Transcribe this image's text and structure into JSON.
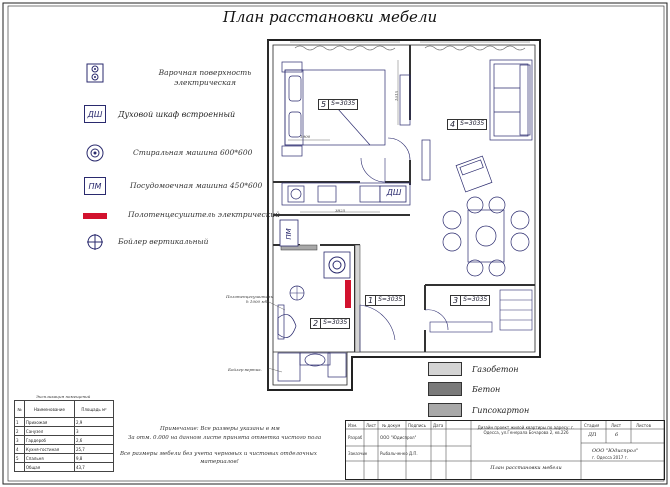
{
  "title": "План расстановки мебели",
  "legend": [
    {
      "icon": "hob-icon",
      "label": "Варочная поверхность\nэлектрическая"
    },
    {
      "icon": "oven-icon",
      "label": "Духовой шкаф встроенный",
      "code": "ДШ"
    },
    {
      "icon": "washing-machine-icon",
      "label": "Стиральная машина 600*600"
    },
    {
      "icon": "dishwasher-icon",
      "label": "Посудомоечная машина 450*600",
      "code": "ПМ"
    },
    {
      "icon": "towel-warmer-icon",
      "label": "Полотенцесушитель электрический"
    },
    {
      "icon": "boiler-icon",
      "label": "Бойлер вертикальный"
    }
  ],
  "materials": [
    {
      "label": "Газобетон",
      "color": "#d4d4d4"
    },
    {
      "label": "Бетон",
      "color": "#7a7a7a"
    },
    {
      "label": "Гипсокартон",
      "color": "#a8a8a8"
    }
  ],
  "rooms": [
    {
      "num": "5",
      "area": "S=3035"
    },
    {
      "num": "4",
      "area": "S=3035"
    },
    {
      "num": "3",
      "area": "S=3035"
    },
    {
      "num": "2",
      "area": "S=3035"
    },
    {
      "num": "1",
      "area": "S=3035"
    }
  ],
  "plan_labels": {
    "oven_code": "ДШ",
    "dishwasher_code": "ПМ",
    "towel_note": "Полотенцесушитель\nh 1000 мм",
    "boiler_note": "Бойлер вертик.",
    "dim_1900": "1900",
    "dim_1015": "1015",
    "dim_3825": "3825"
  },
  "explication": {
    "caption": "Экспликация помещений",
    "headers": [
      "№",
      "Наименование",
      "Площадь м²"
    ],
    "rows": [
      [
        "1",
        "Прихожая",
        "2,9"
      ],
      [
        "2",
        "Санузел",
        "3"
      ],
      [
        "3",
        "Гардероб",
        "2,6"
      ],
      [
        "4",
        "Кухня-гостиная",
        "25,7"
      ],
      [
        "5",
        "Спальня",
        "9,8"
      ]
    ],
    "total_label": "Общая",
    "total_value": "43,7"
  },
  "notes": {
    "line1": "Примечание: Все размеры указаны в мм",
    "line2": "За отм. 0.000 на данном листе принята отметка чистого пола",
    "line3": "Все размеры мебели без учета черновых и чистовых отделочных",
    "line4": "материалов!"
  },
  "stamp": {
    "h_izm": "Изм.",
    "h_list": "Лист",
    "h_doc": "№ докум",
    "h_sign": "Подпись",
    "h_date": "Дата",
    "razrab": "Разраб",
    "razrab_org": "ООО \"Юдиспрол\"",
    "zakazchik": "Заказчик",
    "zakazchik_name": "Рыбальченко Д.П.",
    "project_title": "Дизайн проект жилой квартиры по адресу:",
    "address": "г. Одесса, ул.Генерала Бочарова 2, кв.226",
    "sheet_title": "План расстановки мебели",
    "stadia_h": "Стадия",
    "list_h": "Лист",
    "listov_h": "Листов",
    "stadia": "ДП",
    "list": "6",
    "org": "ООО \"Юдиспрол\"",
    "city": "г. Одесса 2017 г."
  }
}
